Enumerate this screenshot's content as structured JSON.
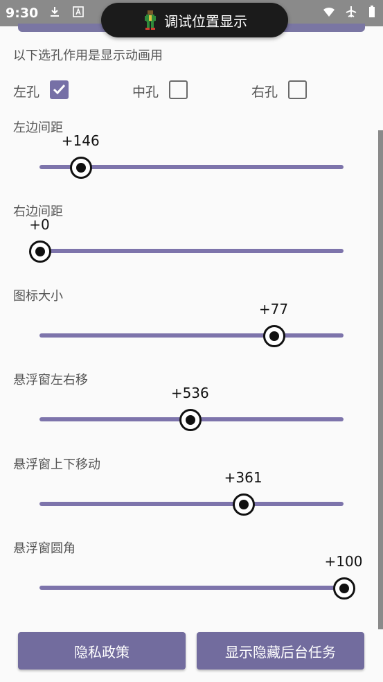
{
  "status_bar": {
    "time": "9:30"
  },
  "toast": {
    "text": "调试位置显示",
    "icon": "game-character-icon"
  },
  "intro_text": "以下选孔作用是显示动画用",
  "checkboxes": [
    {
      "label": "左孔",
      "checked": true
    },
    {
      "label": "中孔",
      "checked": false
    },
    {
      "label": "右孔",
      "checked": false
    }
  ],
  "sliders": [
    {
      "label": "左边间距",
      "value_text": "+146",
      "fraction": 0.135
    },
    {
      "label": "右边间距",
      "value_text": "+0",
      "fraction": 0.0
    },
    {
      "label": "图标大小",
      "value_text": "+77",
      "fraction": 0.77
    },
    {
      "label": "悬浮窗左右移",
      "value_text": "+536",
      "fraction": 0.495
    },
    {
      "label": "悬浮窗上下移动",
      "value_text": "+361",
      "fraction": 0.67
    },
    {
      "label": "悬浮窗圆角",
      "value_text": "+100",
      "fraction": 1.0
    }
  ],
  "buttons": {
    "privacy": "隐私政策",
    "toggle_tasks": "显示隐藏后台任务"
  },
  "colors": {
    "accent": "#7670a6",
    "button": "#726c9e",
    "status_bar": "#8a8a8a"
  }
}
